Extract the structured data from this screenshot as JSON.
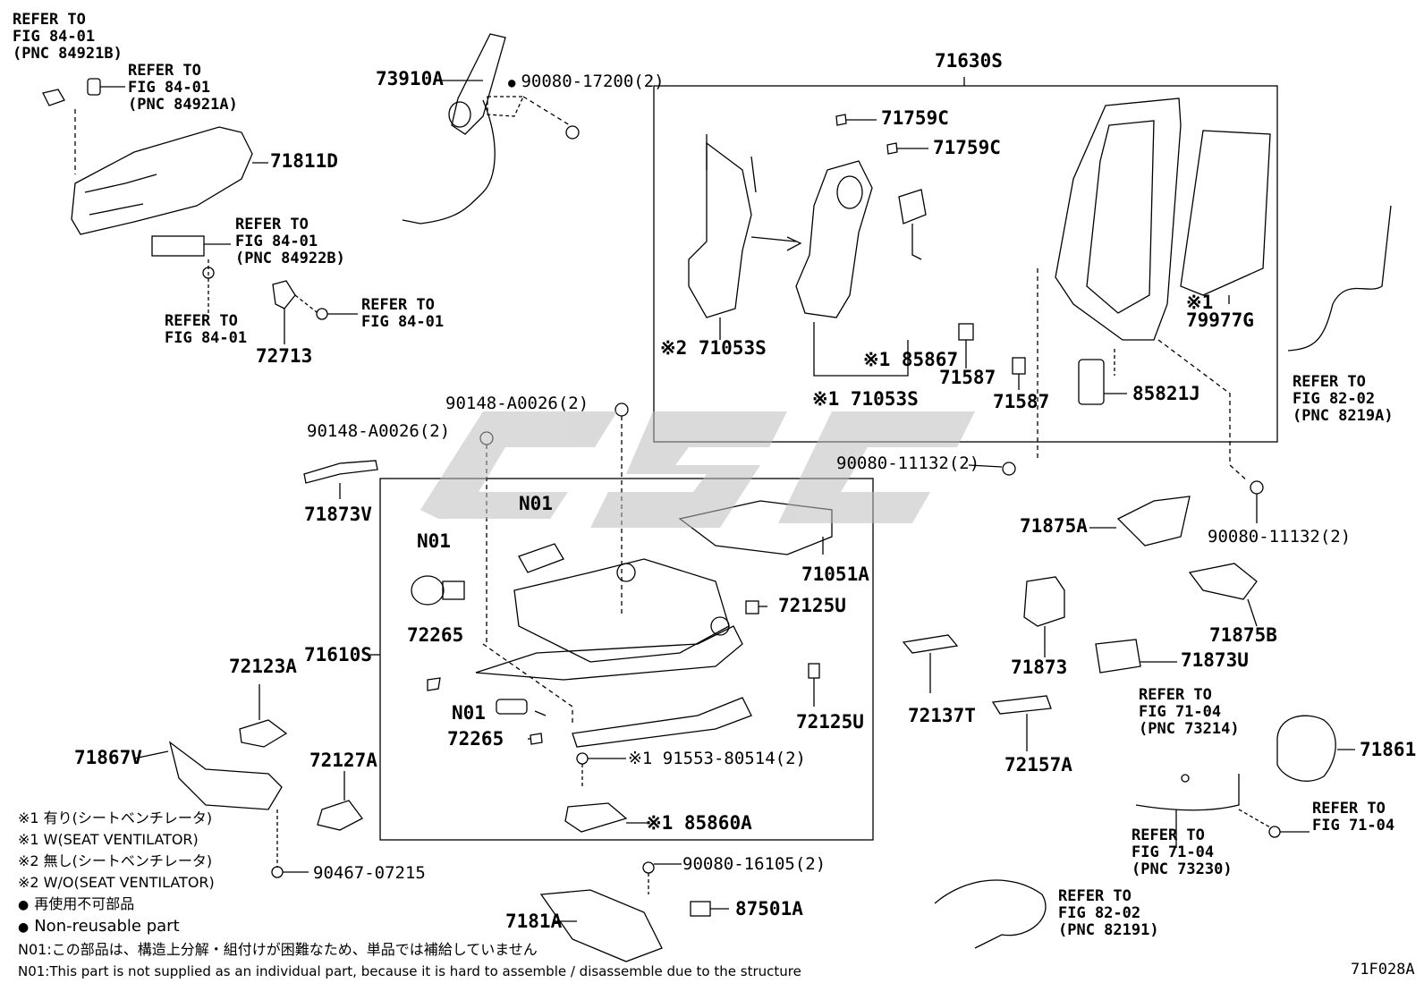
{
  "diagram_code": "71F028A",
  "callouts": {
    "refer_84921b": "REFER TO\nFIG 84-01\n(PNC 84921B)",
    "refer_84921a": "REFER TO\nFIG 84-01\n(PNC 84921A)",
    "refer_84922b": "REFER TO\nFIG 84-01\n(PNC 84922B)",
    "refer_8401_a": "REFER TO\nFIG 84-01",
    "refer_8401_b": "REFER TO\nFIG 84-01",
    "refer_8219a": "REFER TO\nFIG 82-02\n(PNC 8219A)",
    "refer_73214": "REFER TO\nFIG 71-04\n(PNC 73214)",
    "refer_7104": "REFER TO\nFIG 71-04",
    "refer_73230": "REFER TO\nFIG 71-04\n(PNC 73230)",
    "refer_82191": "REFER TO\nFIG 82-02\n(PNC 82191)"
  },
  "parts": {
    "p73910a": "73910A",
    "p90080_17200": "90080-17200(2)",
    "p71811d": "71811D",
    "p72713": "72713",
    "p71630s": "71630S",
    "p71759c_a": "71759C",
    "p71759c_b": "71759C",
    "p71053s_2": "※2 71053S",
    "p71053s_1": "※1 71053S",
    "p85867": "※1 85867",
    "p71587_a": "71587",
    "p71587_b": "71587",
    "p79977g": "※1\n79977G",
    "p85821j": "85821J",
    "p90148_a": "90148-A0026(2)",
    "p90148_b": "90148-A0026(2)",
    "p90080_11132_a": "90080-11132(2)",
    "p90080_11132_b": "90080-11132(2)",
    "p71873v": "71873V",
    "p71875a": "71875A",
    "p71875b": "71875B",
    "p71873": "71873",
    "p71873u": "71873U",
    "p71051a": "71051A",
    "p72125u_a": "72125U",
    "p72125u_b": "72125U",
    "p71610s": "71610S",
    "p72265_a": "72265",
    "p72265_b": "72265",
    "n01_a": "N01",
    "n01_b": "N01",
    "n01_c": "N01",
    "p72123a": "72123A",
    "p72127a": "72127A",
    "p71867v": "71867V",
    "p90467": "90467-07215",
    "p91553": "※1 91553-80514(2)",
    "p85860a": "※1 85860A",
    "p72137t": "72137T",
    "p72157a": "72157A",
    "p71861": "71861",
    "p90080_16105": "90080-16105(2)",
    "p87501a": "87501A",
    "p7181a": "7181A"
  },
  "legend": {
    "l1": "※1 有り(シートベンチレータ)",
    "l2": "※1 W(SEAT VENTILATOR)",
    "l3": "※2 無し(シートベンチレータ)",
    "l4": "※2 W/O(SEAT VENTILATOR)",
    "l5": "再使用不可部品",
    "l6": "Non-reusable part",
    "bullet": "●",
    "n01_jp": "N01:この部品は、構造上分解・組付けが困難なため、単品では補給していません",
    "n01_en": "N01:This part is not supplied as an individual part, because it is hard to assemble / disassemble due to the structure"
  },
  "colors": {
    "line": "#000000",
    "watermark": "#bdbdbd",
    "background": "#ffffff"
  }
}
